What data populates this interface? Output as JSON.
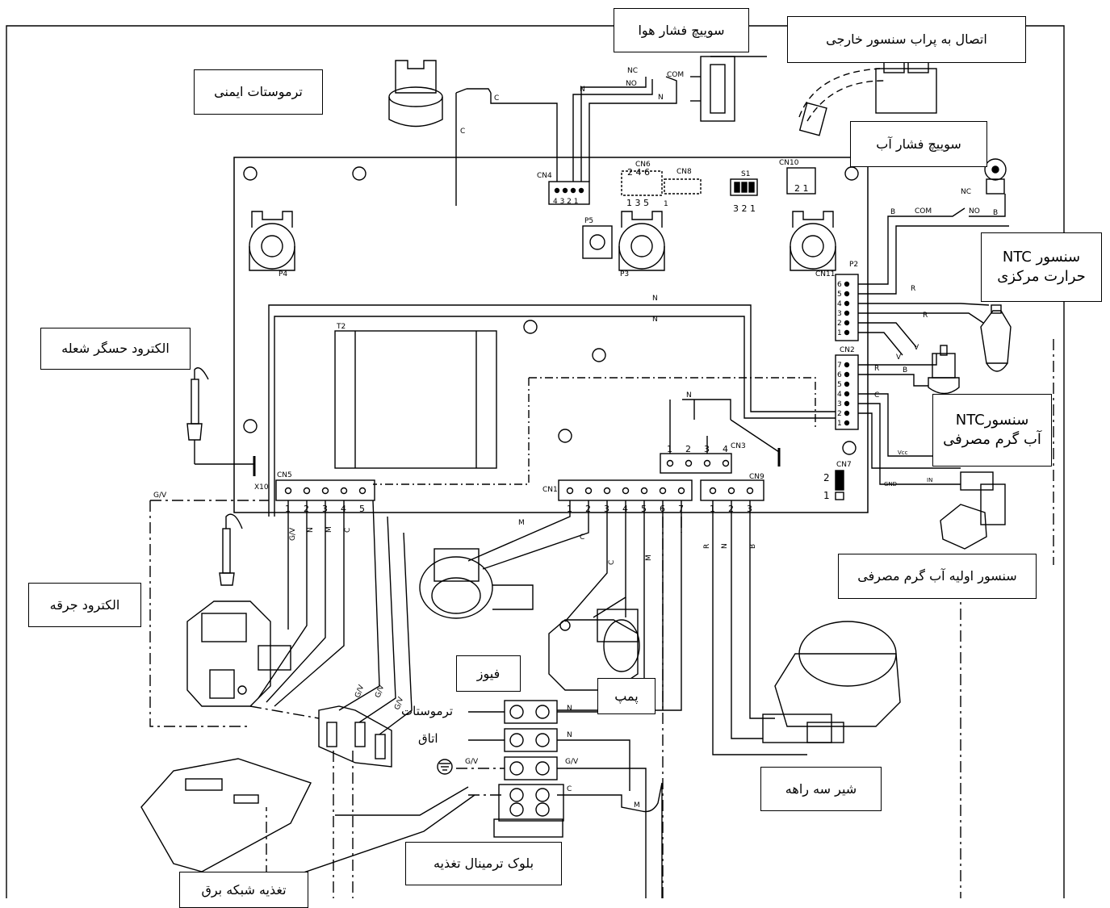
{
  "callouts": {
    "air_pressure_switch": "سوییچ فشار هوا",
    "external_sensor": "اتصال به پراب سنسور خارجی",
    "safety_thermostat": "ترموستات ایمنی",
    "water_pressure_switch": "سوییچ فشار آب",
    "ntc_central_heating_1": "سنسور NTC",
    "ntc_central_heating_2": "حرارت مرکزی",
    "flame_electrode": "الکترود حسگر شعله",
    "ntc_dhw_1": "سنسورNTC",
    "ntc_dhw_2": "آب گرم مصرفی",
    "primary_dhw_sensor": "سنسور اولیه آب گرم مصرفی",
    "ignition_electrode": "الکترود جرقه",
    "fuse": "فیوز",
    "pump": "پمپ",
    "room_thermostat_1": "ترموستات",
    "room_thermostat_2": "اتاق",
    "three_way_valve": "شیر سه راهه",
    "power_terminal_block": "بلوک ترمینال تغذیه",
    "mains_supply": "تغذیه شبکه برق"
  },
  "board_labels": {
    "cn4": "CN4",
    "cn6": "CN6",
    "cn8": "CN8",
    "s1": "S1",
    "cn10": "CN10",
    "p4": "P4",
    "p5": "P5",
    "p3": "P3",
    "p2": "P2",
    "cn11": "CN11",
    "cn2": "CN2",
    "t2": "T2",
    "cn3": "CN3",
    "cn7": "CN7",
    "cn5": "CN5",
    "cn1": "CN1",
    "cn9": "CN9",
    "x10": "X10",
    "cn4_pins": "4 3 2 1",
    "cn6_top": "2 4 6",
    "cn6_bottom": "1 3 5",
    "cn8_pin": "1",
    "s1_pins": "3 2 1",
    "cn10_pins": "2 1",
    "cn7_pin2": "2",
    "cn7_pin1": "1"
  },
  "wire_labels": {
    "nc_air": "NC",
    "no_air": "NO",
    "com_air": "COM",
    "n_air1": "N",
    "n_air2": "N",
    "c_air1": "C",
    "c_air2": "C",
    "b_water": "B",
    "com_water": "COM",
    "nc_water": "NC",
    "no_water": "NO",
    "b_water2": "B",
    "r_ntc1": "R",
    "r_ntc2": "R",
    "v1": "V",
    "v2": "V",
    "n_loop1": "N",
    "n_loop2": "N",
    "n_cn3": "N",
    "r_cn2": "R",
    "b_cn2": "B",
    "c_cn2": "C",
    "vcc": "Vcc",
    "in": "IN",
    "gnd": "GND",
    "gv_left": "G/V",
    "gv_cn5": "G/V",
    "n_cn5": "N",
    "m_cn5": "M",
    "c_cn5": "C",
    "m_cn1": "M",
    "c_cn1": "C",
    "c_pump": "C",
    "m_pump": "M",
    "r_cn9": "R",
    "n_cn9": "N",
    "b_cn9": "B",
    "gv_t1": "G/V",
    "gv_t2": "G/V",
    "gv_t3": "G/V",
    "n_term1": "N",
    "n_term2": "N",
    "gv_term_l": "G/V",
    "gv_term_r": "G/V",
    "c_term": "C",
    "m_term": "M"
  },
  "pin_numbers": {
    "cn5": [
      "1",
      "2",
      "3",
      "4",
      "5"
    ],
    "cn1": [
      "1",
      "2",
      "3",
      "4",
      "5",
      "6",
      "7"
    ],
    "cn9": [
      "1",
      "2",
      "3"
    ],
    "cn3": [
      "1",
      "2",
      "3",
      "4"
    ],
    "cn11": [
      "6",
      "5",
      "4",
      "3",
      "2",
      "1"
    ],
    "cn2": [
      "7",
      "6",
      "5",
      "4",
      "3",
      "2",
      "1"
    ]
  }
}
